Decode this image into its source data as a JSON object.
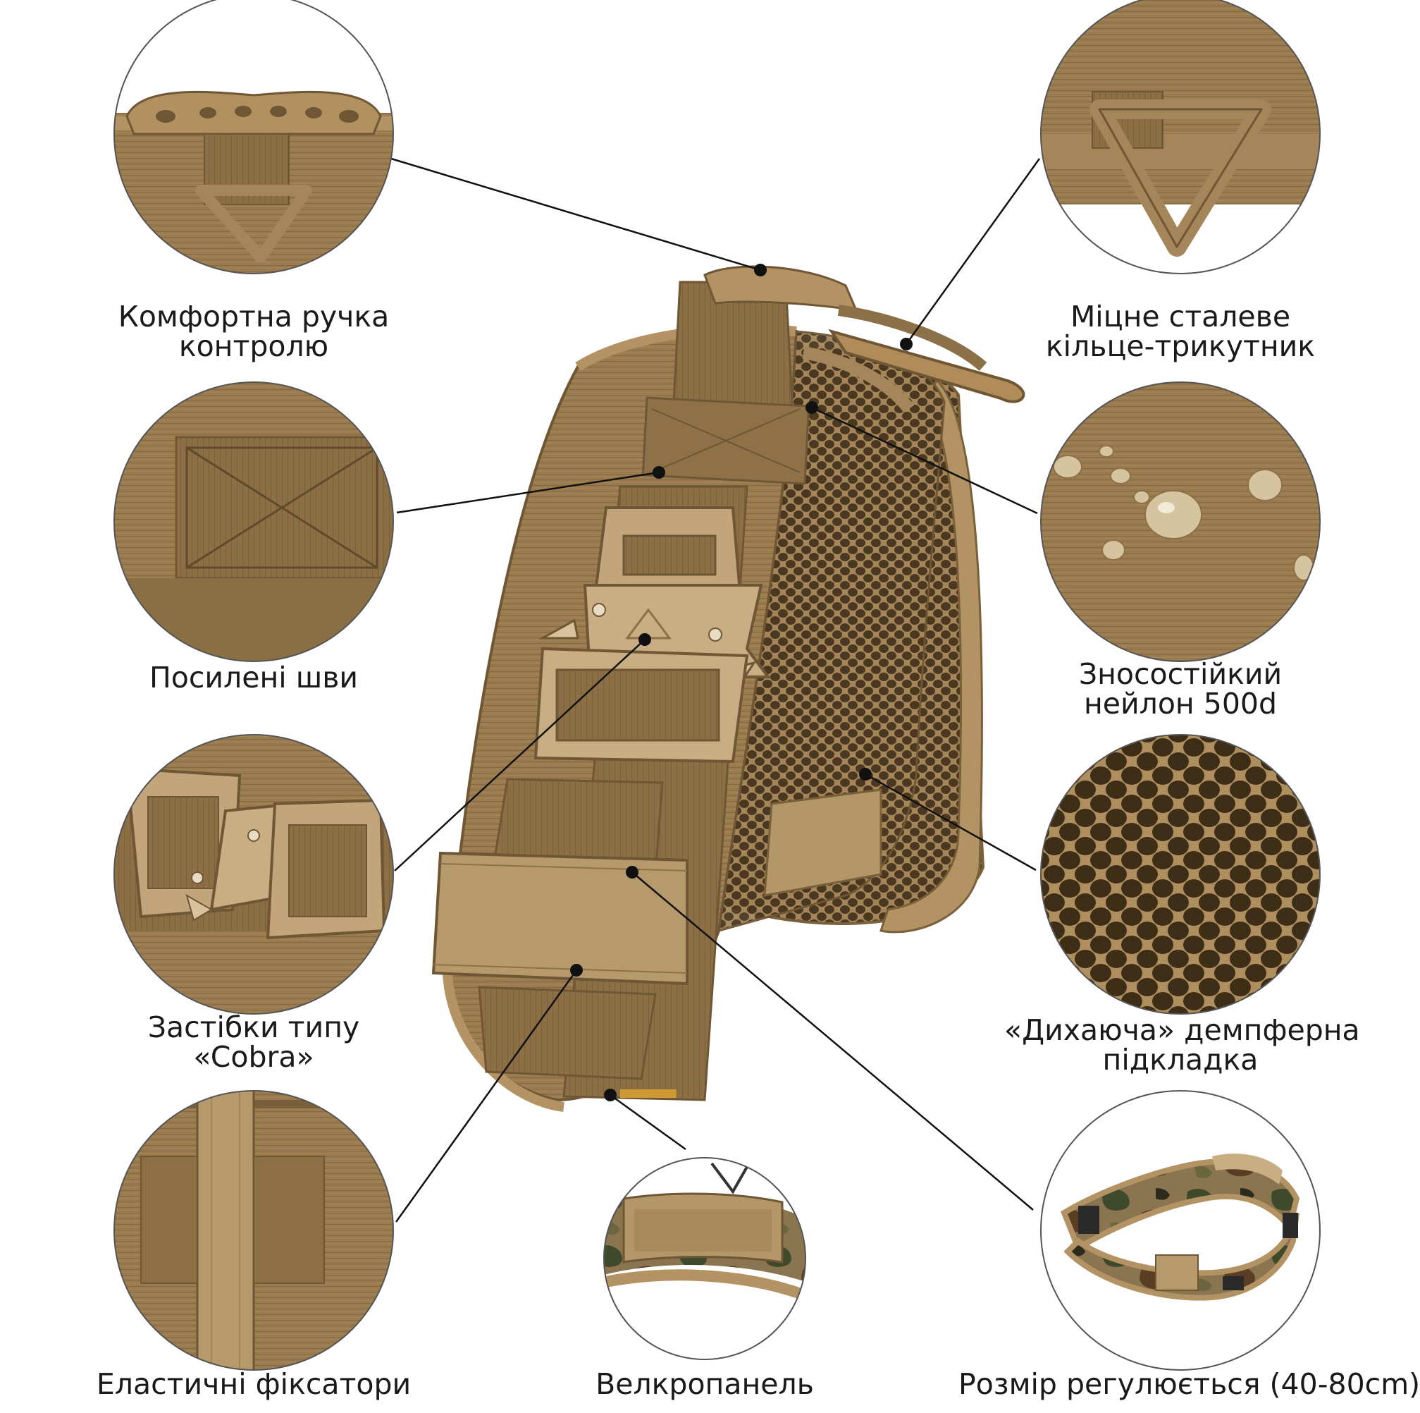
{
  "product": {
    "color_khaki": "#9a7b4f",
    "color_khaki_dark": "#6f5634",
    "color_khaki_light": "#b8996a",
    "color_mesh_hole": "#4a3820",
    "color_camo_green": "#3f4a2b",
    "color_camo_brown": "#5a3e24"
  },
  "features": [
    {
      "id": "handle",
      "icon": "control-handle-photo",
      "lines": [
        "Комфортна ручка",
        "контролю"
      ]
    },
    {
      "id": "ring",
      "icon": "triangle-ring-photo",
      "lines": [
        "Міцне сталеве",
        "кільце-трикутник"
      ]
    },
    {
      "id": "seams",
      "icon": "reinforced-stitching-photo",
      "lines": [
        "Посилені шви"
      ]
    },
    {
      "id": "nylon",
      "icon": "nylon-water-drops-photo",
      "lines": [
        "Зносостійкий",
        "нейлон 500d"
      ]
    },
    {
      "id": "cobra",
      "icon": "cobra-buckle-photo",
      "lines": [
        "Застібки типу",
        "«Cobra»"
      ]
    },
    {
      "id": "padding",
      "icon": "mesh-padding-photo",
      "lines": [
        "«Дихаюча» демпферна",
        "підкладка"
      ]
    },
    {
      "id": "elastic",
      "icon": "elastic-keeper-photo",
      "lines": [
        "Еластичні фіксатори"
      ]
    },
    {
      "id": "velcro",
      "icon": "velcro-panel-photo",
      "lines": [
        "Велкропанель"
      ]
    },
    {
      "id": "size",
      "icon": "adjustable-collar-photo",
      "lines": [
        "Розмір регулюється (40-80cm)"
      ]
    }
  ]
}
